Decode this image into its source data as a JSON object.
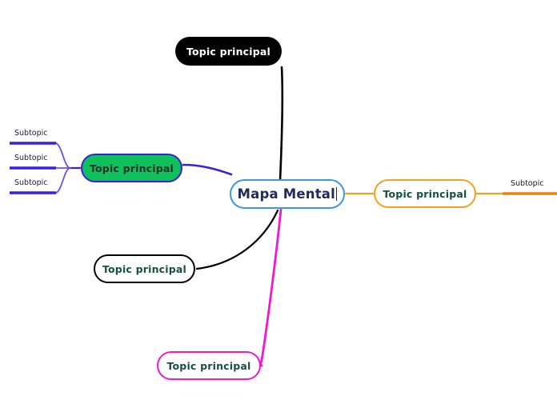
{
  "document": {
    "type": "mind-map",
    "background_color": "#FFFFFF"
  },
  "central_node": {
    "label": "Mapa Mental",
    "border_color": "#3A9BDC",
    "fill_color": "#FFFFFF",
    "text_color": "#1F2B5B",
    "editing_caret_visible": true
  },
  "branches": [
    {
      "id": "top",
      "label": "Topic principal",
      "style": "filled",
      "fill_color": "#000000",
      "border_color": "#000000",
      "text_color": "#FFFFFF",
      "connector_color": "#000000",
      "position": "top"
    },
    {
      "id": "left-green",
      "label": "Topic principal",
      "style": "filled",
      "fill_color": "#10C05A",
      "border_color": "#3A1FE0",
      "text_color": "#14332A",
      "connector_color": "#3A1FE0",
      "position": "left",
      "subtopics": [
        {
          "label": "Subtopic",
          "underline_color": "#3A1FE0"
        },
        {
          "label": "Subtopic",
          "underline_color": "#3A1FE0"
        },
        {
          "label": "Subtopic",
          "underline_color": "#3A1FE0"
        }
      ]
    },
    {
      "id": "right-orange",
      "label": "Topic principal",
      "style": "outline",
      "fill_color": "#FFFFFF",
      "border_color": "#F5A01E",
      "text_color": "#165040",
      "connector_color": "#F5A01E",
      "position": "right",
      "subtopics": [
        {
          "label": "Subtopic",
          "underline_color": "#E8860A"
        }
      ]
    },
    {
      "id": "lower-left-black",
      "label": "Topic principal",
      "style": "outline",
      "fill_color": "#FFFFFF",
      "border_color": "#000000",
      "text_color": "#165040",
      "connector_color": "#000000",
      "position": "lower-left"
    },
    {
      "id": "bottom-magenta",
      "label": "Topic principal",
      "style": "outline",
      "fill_color": "#FFFFFF",
      "border_color": "#F515D4",
      "text_color": "#165040",
      "connector_color": "#F515D4",
      "position": "bottom"
    }
  ]
}
